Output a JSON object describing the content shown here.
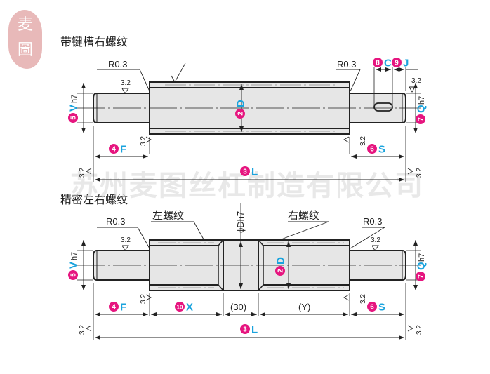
{
  "logo": {
    "chars": [
      "麦",
      "圖"
    ]
  },
  "watermark": "苏州麦图丝杠制造有限公司",
  "colors": {
    "accent_magenta": "#e6157f",
    "accent_blue": "#1aa3dd",
    "shaft_fill": "#e6e6e6",
    "seal": "#e8b9b9"
  },
  "top_diagram": {
    "title": "带键槽右螺纹",
    "radius_left": "R0.3",
    "radius_right": "R0.3",
    "roughness": "3.2",
    "dims": {
      "D": {
        "num": "2",
        "letter": "D"
      },
      "L": {
        "num": "3",
        "letter": "L"
      },
      "F": {
        "num": "4",
        "letter": "F"
      },
      "V": {
        "num": "5",
        "letter": "V",
        "tol": "h7"
      },
      "S": {
        "num": "6",
        "letter": "S"
      },
      "Q": {
        "num": "7",
        "letter": "Q",
        "tol": "h7"
      },
      "C": {
        "num": "8",
        "letter": "C"
      },
      "J": {
        "num": "9",
        "letter": "J"
      }
    }
  },
  "bottom_diagram": {
    "title": "精密左右螺纹",
    "left_thread": "左螺纹",
    "right_thread": "右螺纹",
    "collar_dia": "ϕDh7",
    "radius_left": "R0.3",
    "radius_right": "R0.3",
    "roughness": "3.2",
    "center_len": "(30)",
    "right_len": "(Y)",
    "dims": {
      "D": {
        "num": "2",
        "letter": "D"
      },
      "L": {
        "num": "3",
        "letter": "L"
      },
      "F": {
        "num": "4",
        "letter": "F"
      },
      "V": {
        "num": "5",
        "letter": "V",
        "tol": "h7"
      },
      "S": {
        "num": "6",
        "letter": "S"
      },
      "Q": {
        "num": "7",
        "letter": "Q",
        "tol": "h7"
      },
      "X": {
        "num": "10",
        "letter": "X"
      }
    }
  }
}
